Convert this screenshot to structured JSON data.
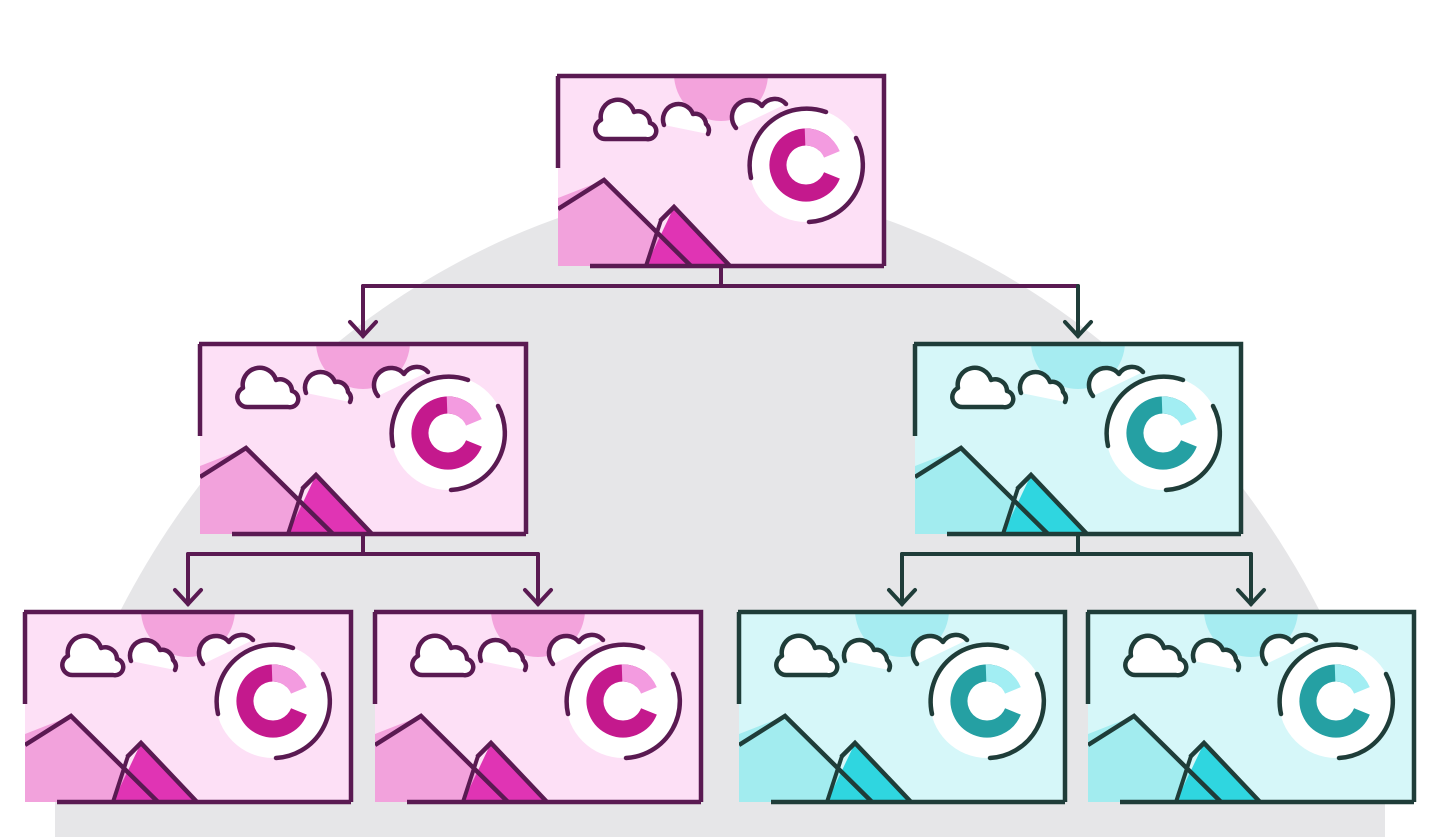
{
  "colors": {
    "background": "#ffffff",
    "backdrop": "#e6e6e8",
    "pink": {
      "outline": "#5a1a52",
      "bg": "#fde0f6",
      "sun": "#f3a3dc",
      "mountain": "#f2a2dc",
      "accent": "#e034b4",
      "ring": "#c4198d",
      "ring_light": "#f39be0"
    },
    "teal": {
      "outline": "#1f3d39",
      "bg": "#d6f7f9",
      "sun": "#a6ecf1",
      "mountain": "#a2ecef",
      "accent": "#2fd6e0",
      "ring": "#25a0a3",
      "ring_light": "#a2eef3"
    }
  },
  "tree": {
    "root": {
      "id": "root",
      "theme": "pink",
      "icon": "image-with-copyright-icon",
      "children": [
        {
          "id": "left",
          "theme": "pink",
          "icon": "image-with-copyright-icon",
          "children": [
            {
              "id": "left-left",
              "theme": "pink",
              "icon": "image-with-copyright-icon"
            },
            {
              "id": "left-right",
              "theme": "pink",
              "icon": "image-with-copyright-icon"
            }
          ]
        },
        {
          "id": "right",
          "theme": "teal",
          "icon": "image-with-copyright-icon",
          "children": [
            {
              "id": "right-left",
              "theme": "teal",
              "icon": "image-with-copyright-icon"
            },
            {
              "id": "right-right",
              "theme": "teal",
              "icon": "image-with-copyright-icon"
            }
          ]
        }
      ]
    }
  }
}
